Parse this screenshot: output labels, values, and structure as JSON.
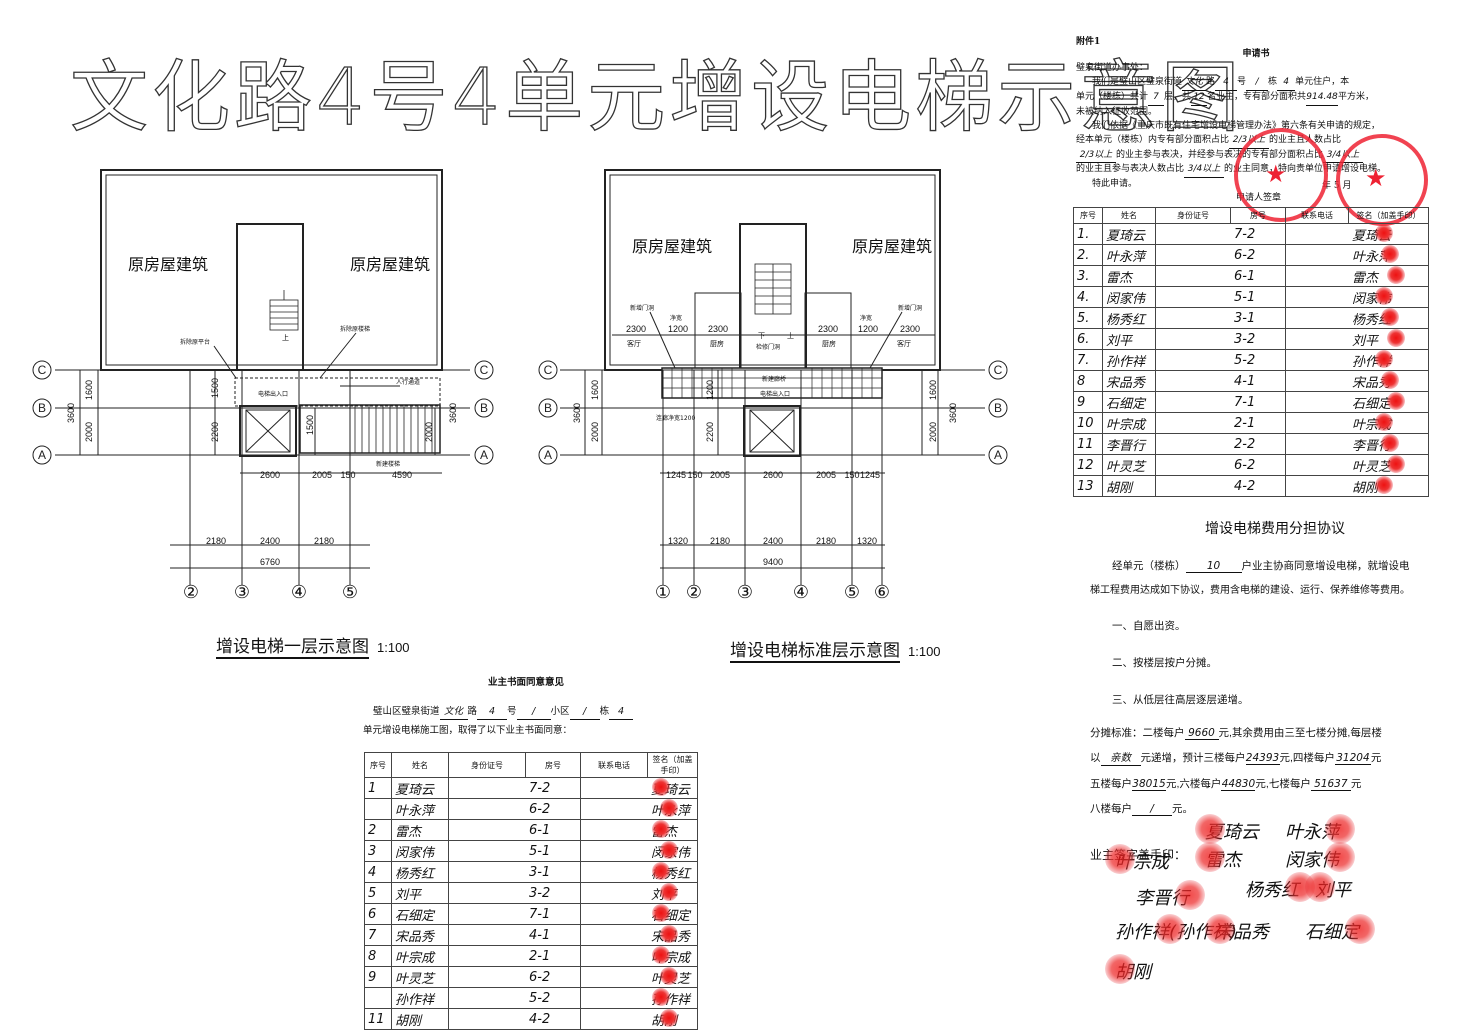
{
  "main_title": "文化路4号4单元增设电梯示意图",
  "plan_left": {
    "caption": "增设电梯一层示意图",
    "scale": "1:100",
    "orig_left": "原房屋建筑",
    "orig_right": "原房屋建筑",
    "label_platform": "拆除原平台",
    "label_old_stairs": "拆除原楼梯",
    "label_entry": "人行通道",
    "label_elevator_entry": "电梯出入口",
    "label_new_stairs": "新建楼梯",
    "label_up": "上",
    "dims_bottom1": [
      "2600",
      "2005",
      "150",
      "4590"
    ],
    "dims_bottom2": [
      "2180",
      "2400",
      "2180"
    ],
    "dims_total": "6760",
    "dims_side_left": [
      "1600",
      "2000"
    ],
    "dims_side_left_total": "3600",
    "dims_inner": [
      "1500",
      "2200",
      "1500"
    ],
    "dims_right": [
      "3600",
      "2000"
    ],
    "axes_row": [
      "C",
      "B",
      "A"
    ],
    "axes_col": [
      "②",
      "③",
      "④",
      "⑤"
    ]
  },
  "plan_right": {
    "caption": "增设电梯标准层示意图",
    "scale": "1:100",
    "orig_left": "原房屋建筑",
    "orig_right": "原房屋建筑",
    "label_new_door_l": "新增门洞",
    "label_new_door_r": "新增门洞",
    "label_clear": "净宽",
    "label_clear_r": "净宽",
    "room_living_l": "客厅",
    "room_kitchen_l": "厨房",
    "room_kitchen_r": "厨房",
    "room_living_r": "客厅",
    "label_maint_door": "检修门洞",
    "label_new_corridor": "新建廊桥",
    "label_elevator_entry": "电梯出入口",
    "label_corridor_width": "连廊净宽1200",
    "label_down": "下",
    "label_up": "上",
    "dims_top": [
      "2300",
      "1200",
      "2300",
      "2300",
      "1200",
      "2300"
    ],
    "dims_bottom1": [
      "1245",
      "150",
      "2005",
      "2600",
      "2005",
      "150",
      "1245"
    ],
    "dims_bottom2": [
      "1320",
      "2180",
      "2400",
      "2180",
      "1320"
    ],
    "dims_total": "9400",
    "dims_side_left": [
      "1600",
      "2000"
    ],
    "dims_side_left_total": "3600",
    "dims_inner": [
      "2200",
      "1200"
    ],
    "dims_right": [
      "1600",
      "2000"
    ],
    "dims_right_total": "3600",
    "axes_row": [
      "C",
      "B",
      "A"
    ],
    "axes_col": [
      "①",
      "②",
      "③",
      "④",
      "⑤",
      "⑥"
    ]
  },
  "application": {
    "attachment": "附件1",
    "title": "申请书",
    "addressee": "璧泉街道办事处：",
    "para1_a": "我们是璧山区璧泉街道",
    "para1_road": "文化",
    "para1_b": "路",
    "para1_num": "4",
    "para1_c": "号",
    "para1_bld": "/",
    "para1_d": "栋",
    "para1_unit": "4",
    "para1_e": "单元住户，本",
    "para2_a": "单元（楼栋）共计",
    "para2_floors": "7",
    "para2_b": "层，共",
    "para2_owners": "12",
    "para2_c": "名业主，专有部分面积共",
    "para2_area": "914.48",
    "para2_d": "平方米，",
    "para3": "未被纳入征收范围。",
    "para4": "我们依据《重庆市既有住宅增设电梯管理办法》第六条有关申请的规定，",
    "para5_a": "经本单元（楼栋）内专有部分面积占比",
    "para5_v": "2/3以上",
    "para5_b": "的业主且人数占比",
    "para6_v": "2/3以上",
    "para6_a": "的业主参与表决，并经参与表决的专有部分面积占比",
    "para6_v2": "3/4以上",
    "para7_a": "的业主且参与表决人数占比",
    "para7_v": "3/4以上",
    "para7_b": "的业主同意，特向贵单位申请增设电梯。",
    "para8": "特此申请。",
    "sign_label": "申请人签章",
    "date_text": "年 5 月",
    "table_headers": [
      "序号",
      "姓名",
      "身份证号",
      "房号",
      "联系电话",
      "签名（加盖手印）"
    ],
    "rows": [
      {
        "no": "1.",
        "name": "夏琦云",
        "room": "7-2",
        "sign": "夏琦云"
      },
      {
        "no": "2.",
        "name": "叶永萍",
        "room": "6-2",
        "sign": "叶永萍"
      },
      {
        "no": "3.",
        "name": "雷杰",
        "room": "6-1",
        "sign": "雷杰"
      },
      {
        "no": "4.",
        "name": "闵家伟",
        "room": "5-1",
        "sign": "闵家伟"
      },
      {
        "no": "5.",
        "name": "杨秀红",
        "room": "3-1",
        "sign": "杨秀红"
      },
      {
        "no": "6.",
        "name": "刘平",
        "room": "3-2",
        "sign": "刘平"
      },
      {
        "no": "7.",
        "name": "孙作祥",
        "room": "5-2",
        "sign": "孙作祥"
      },
      {
        "no": "8",
        "name": "宋品秀",
        "room": "4-1",
        "sign": "宋品秀"
      },
      {
        "no": "9",
        "name": "石细定",
        "room": "7-1",
        "sign": "石细定"
      },
      {
        "no": "10",
        "name": "叶宗成",
        "room": "2-1",
        "sign": "叶宗成"
      },
      {
        "no": "11",
        "name": "李晋行",
        "room": "2-2",
        "sign": "李晋行"
      },
      {
        "no": "12",
        "name": "叶灵芝",
        "room": "6-2",
        "sign": "叶灵芝"
      },
      {
        "no": "13",
        "name": "胡刚",
        "room": "4-2",
        "sign": "胡刚"
      }
    ]
  },
  "consent": {
    "title": "业主书面同意意见",
    "line1_a": "璧山区璧泉街道",
    "line1_road": "文化",
    "line1_b": "路",
    "line1_num": "4",
    "line1_c": "号",
    "line1_dash": "/",
    "line1_d": "小区",
    "line1_dash2": "/",
    "line1_e": "栋",
    "line1_unit": "4",
    "line2": "单元增设电梯施工图，取得了以下业主书面同意：",
    "table_headers": [
      "序号",
      "姓名",
      "身份证号",
      "房号",
      "联系电话",
      "签名（加盖手印）"
    ],
    "rows": [
      {
        "no": "1",
        "name": "夏琦云",
        "room": "7-2",
        "sign": "夏琦云"
      },
      {
        "no": "",
        "name": "叶永萍",
        "room": "6-2",
        "sign": "叶永萍"
      },
      {
        "no": "2",
        "name": "雷杰",
        "room": "6-1",
        "sign": "雷杰"
      },
      {
        "no": "3",
        "name": "闵家伟",
        "room": "5-1",
        "sign": "闵家伟"
      },
      {
        "no": "4",
        "name": "杨秀红",
        "room": "3-1",
        "sign": "杨秀红"
      },
      {
        "no": "5",
        "name": "刘平",
        "room": "3-2",
        "sign": "刘平"
      },
      {
        "no": "6",
        "name": "石细定",
        "room": "7-1",
        "sign": "石细定"
      },
      {
        "no": "7",
        "name": "宋品秀",
        "room": "4-1",
        "sign": "宋品秀"
      },
      {
        "no": "8",
        "name": "叶宗成",
        "room": "2-1",
        "sign": "叶宗成"
      },
      {
        "no": "9",
        "name": "叶灵芝",
        "room": "6-2",
        "sign": "叶灵芝"
      },
      {
        "no": "",
        "name": "孙作祥",
        "room": "5-2",
        "sign": "孙作祥"
      },
      {
        "no": "11",
        "name": "胡刚",
        "room": "4-2",
        "sign": "胡刚"
      }
    ]
  },
  "agreement": {
    "title": "增设电梯费用分担协议",
    "p1_a": "经单元（楼栋）",
    "p1_count": "10",
    "p1_b": "户业主协商同意增设电梯，就增设电",
    "p2": "梯工程费用达成如下协议，费用含电梯的建设、运行、保养维修等费用。",
    "item1": "一、自愿出资。",
    "item2": "二、按楼层按户分摊。",
    "item3": "三、从低层往高层逐层递增。",
    "s1_a": "分摊标准：二楼每户",
    "s1_v": "9660",
    "s1_b": "元,其余费用由三至七楼分摊,每层楼",
    "s2_a": "以",
    "s2_v": "亲数",
    "s2_b": "元递增，预计三楼每户",
    "s2_v2": "24393",
    "s2_c": "元,四楼每户",
    "s2_v3": "31204",
    "s2_d": "元",
    "s3_a": "五楼每户",
    "s3_v": "38015",
    "s3_b": "元,六楼每户",
    "s3_v2": "44830",
    "s3_c": "元,七楼每户",
    "s3_v3": "51637",
    "s3_d": "元",
    "s4_a": "八楼每户",
    "s4_v": "/",
    "s4_b": "元。",
    "sign_label": "业主签字盖手印：",
    "signatures": [
      "夏琦云",
      "叶永萍",
      "雷杰",
      "闵家伟",
      "叶宗成",
      "杨秀红",
      "刘平",
      "孙作祥(孙作祥)",
      "宋品秀",
      "石细定",
      "胡刚",
      "李晋行"
    ]
  },
  "colors": {
    "stamp": "#e02030",
    "line": "#222222",
    "hatch": "#444444"
  }
}
